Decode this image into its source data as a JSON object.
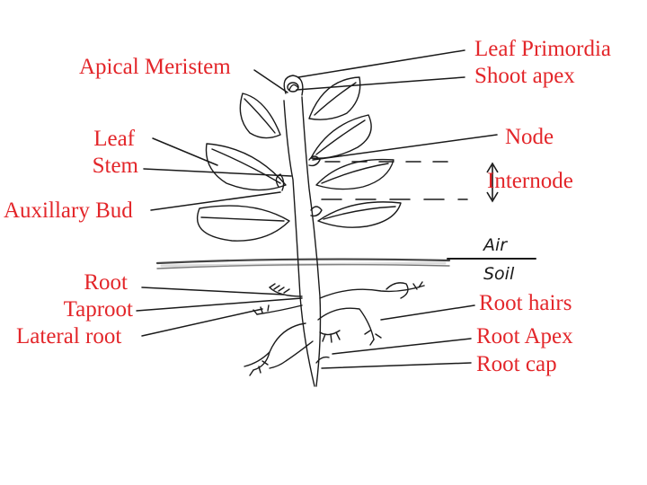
{
  "diagram": {
    "left_labels": {
      "apical_meristem": "Apical Meristem",
      "leaf": "Leaf",
      "stem": "Stem",
      "auxillary_bud": "Auxillary Bud",
      "root": "Root",
      "taproot": "Taproot",
      "lateral_root": "Lateral root"
    },
    "right_labels": {
      "leaf_primordia": "Leaf Primordia",
      "shoot_apex": "Shoot apex",
      "node": "Node",
      "internode": "Internode",
      "root_hairs": "Root hairs",
      "root_apex": "Root Apex",
      "root_cap": "Root cap"
    },
    "handwritten": {
      "air": "Air",
      "soil": "Soil"
    },
    "colors": {
      "label_red": "#e3262a",
      "ink": "#1a1a1a",
      "soil_line": "#555555"
    }
  }
}
